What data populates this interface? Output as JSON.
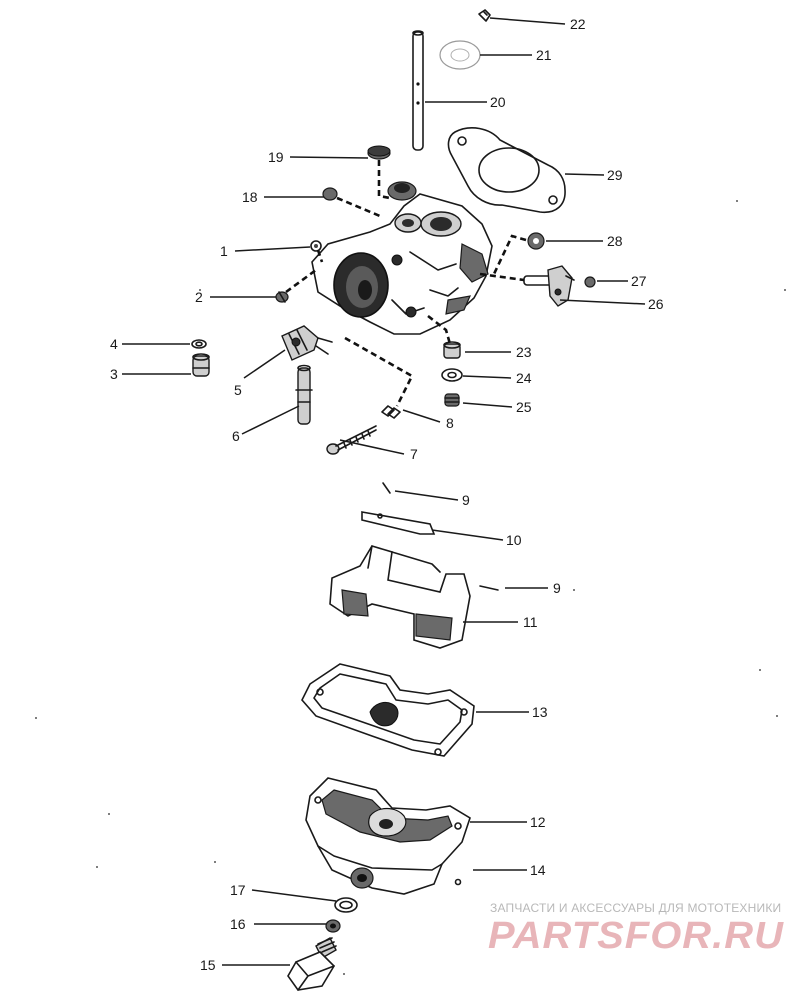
{
  "callouts": [
    "1",
    "2",
    "3",
    "4",
    "5",
    "6",
    "7",
    "8",
    "9",
    "10",
    "11",
    "12",
    "13",
    "14",
    "15",
    "16",
    "17",
    "18",
    "19",
    "20",
    "21",
    "22",
    "23",
    "24",
    "25",
    "26",
    "27",
    "28",
    "29"
  ],
  "watermark": {
    "tagline": "ЗАПЧАСТИ И АКСЕССУАРЫ ДЛЯ МОТОТЕХНИКИ",
    "logo": "PARTSFOR.RU"
  }
}
